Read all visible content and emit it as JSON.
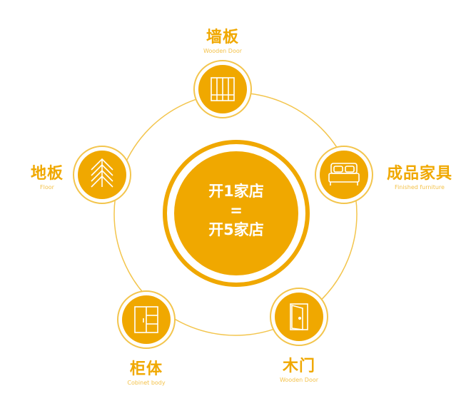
{
  "center": {
    "line1": "开1家店",
    "line2": "=",
    "line3": "开5家店"
  },
  "nodes": [
    {
      "id": "wallboard",
      "zh": "墙板",
      "en": "Wooden Door",
      "icon": "wardrobe-panel-icon"
    },
    {
      "id": "furniture",
      "zh": "成品家具",
      "en": "Finished furniture",
      "icon": "bed-icon"
    },
    {
      "id": "door",
      "zh": "木门",
      "en": "Wooden Door",
      "icon": "door-icon"
    },
    {
      "id": "cabinet",
      "zh": "柜体",
      "en": "Cobinet body",
      "icon": "cabinet-icon"
    },
    {
      "id": "floor",
      "zh": "地板",
      "en": "Floor",
      "icon": "herringbone-floor-icon"
    }
  ],
  "colors": {
    "accent": "#f0a800",
    "ring": "#f3c54d",
    "white": "#ffffff"
  }
}
